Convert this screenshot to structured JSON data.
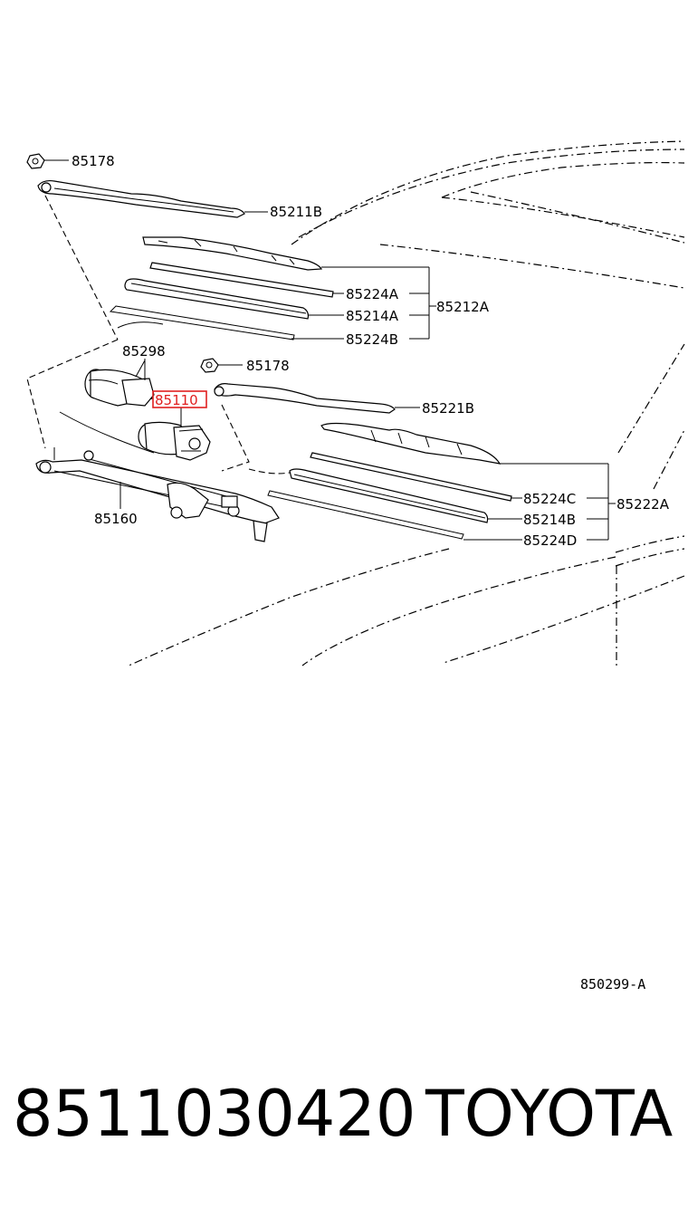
{
  "diagram": {
    "callouts": {
      "c85178_top": "85178",
      "c85211B": "85211B",
      "c85224A": "85224A",
      "c85214A_top": "85214A",
      "c85224B": "85224B",
      "c85212A": "85212A",
      "c85298": "85298",
      "c85178_mid": "85178",
      "c85110": "85110",
      "c85221B": "85221B",
      "c85224C": "85224C",
      "c85214B": "85214B",
      "c85224D": "85224D",
      "c85222A": "85222A",
      "c85160": "85160"
    },
    "diagram_code": "850299-A",
    "highlight_color": "#e02020"
  },
  "footer": {
    "part_number": "8511030420",
    "brand": "TOYOTA"
  }
}
